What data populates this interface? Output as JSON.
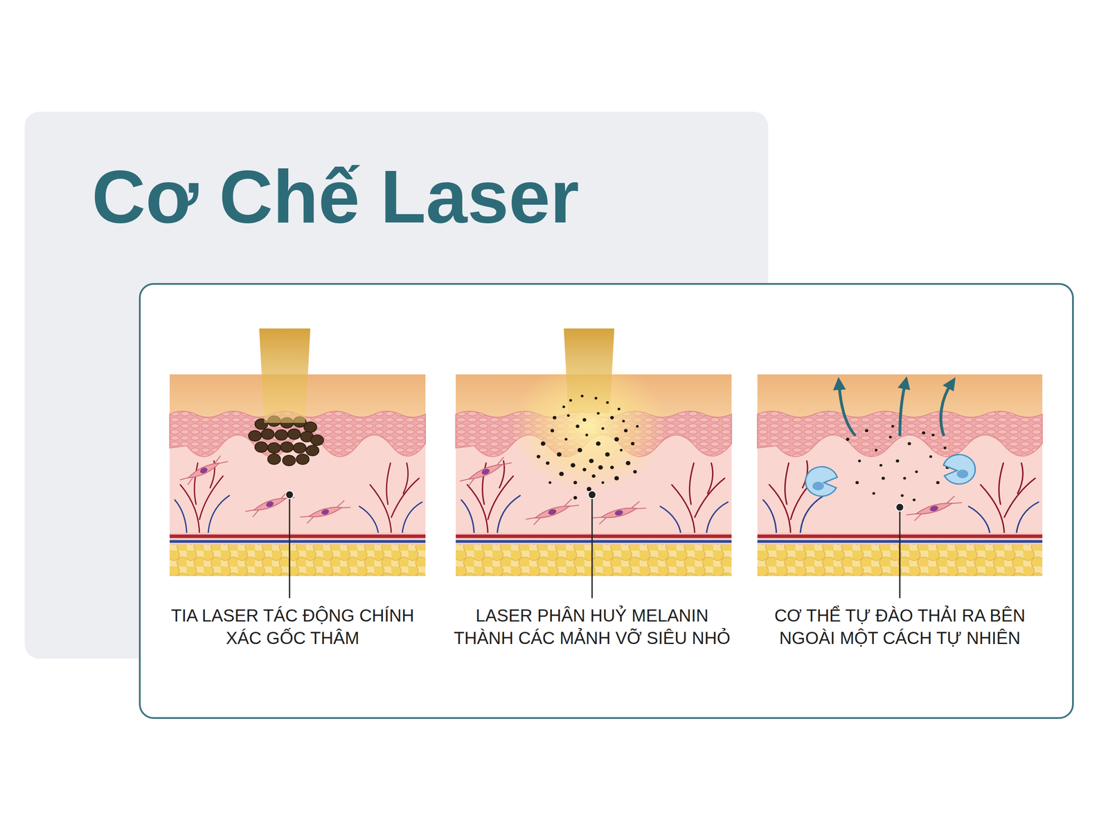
{
  "diagram": {
    "title": "Cơ Chế Laser",
    "labels": [
      "TIA LASER TÁC ĐỘNG CHÍNH XÁC GỐC THÂM",
      "LASER PHÂN HUỶ MELANIN THÀNH CÁC MẢNH VỠ SIÊU NHỎ",
      "CƠ THỂ TỰ ĐÀO THẢI RA BÊN NGOÀI MỘT CÁCH TỰ NHIÊN"
    ]
  }
}
